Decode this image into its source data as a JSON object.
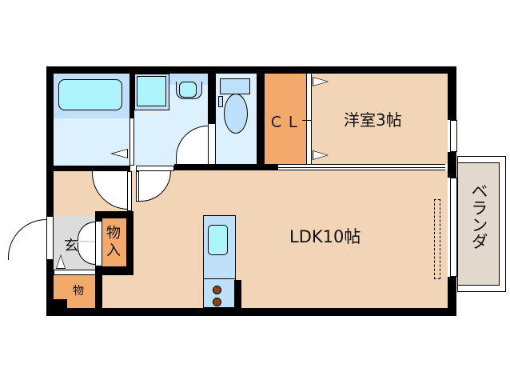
{
  "plan": {
    "rooms": [
      {
        "id": "bath",
        "label": "",
        "type": "bathroom"
      },
      {
        "id": "washroom",
        "label": "",
        "type": "washroom"
      },
      {
        "id": "toilet",
        "label": "",
        "type": "toilet"
      },
      {
        "id": "closet",
        "label": "ＣＬ",
        "type": "closet"
      },
      {
        "id": "western_room",
        "label": "洋室3帖",
        "type": "bedroom"
      },
      {
        "id": "ldk",
        "label": "LDK10帖",
        "type": "living"
      },
      {
        "id": "entrance",
        "label": "玄",
        "type": "entrance"
      },
      {
        "id": "storage1",
        "label": "物入",
        "type": "storage"
      },
      {
        "id": "storage2",
        "label": "物",
        "type": "storage"
      },
      {
        "id": "veranda",
        "label": "ベランダ",
        "type": "balcony"
      }
    ],
    "colors": {
      "wall": "#000000",
      "floor_wood": "#f2d4b6",
      "storage": "#f2a96c",
      "wet_area": "#dcf0fe",
      "wet_fixture": "#bfe0fa",
      "fixture_cyan": "#aef4fc",
      "entrance": "#dcdcdc",
      "veranda": "#e2d8ce",
      "burner": "#8b4513"
    }
  }
}
